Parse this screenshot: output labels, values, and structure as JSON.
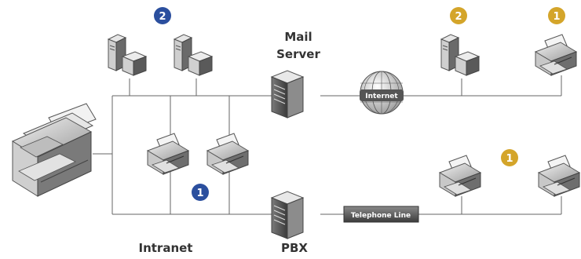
{
  "labels": {
    "mail_server": "Mail\nServer",
    "internet": "Internet",
    "telephone_line": "Telephone Line",
    "intranet": "Intranet",
    "pbx": "PBX"
  },
  "badges": [
    {
      "text": "2",
      "color": "#2b4f9e"
    },
    {
      "text": "2",
      "color": "#d4a52a"
    },
    {
      "text": "1",
      "color": "#d4a52a"
    },
    {
      "text": "1",
      "color": "#2b4f9e"
    },
    {
      "text": "1",
      "color": "#d4a52a"
    }
  ],
  "colors": {
    "line": "#666666",
    "blue_badge": "#2b4f9e",
    "gold_badge": "#d4a52a",
    "device_dark": "#555555",
    "device_light": "#d8d8d8"
  },
  "icons": {
    "pc": "desktop-computer-icon",
    "fax": "fax-machine-icon",
    "mfp": "multifunction-printer-icon",
    "server": "server-tower-icon",
    "globe": "internet-globe-icon"
  }
}
